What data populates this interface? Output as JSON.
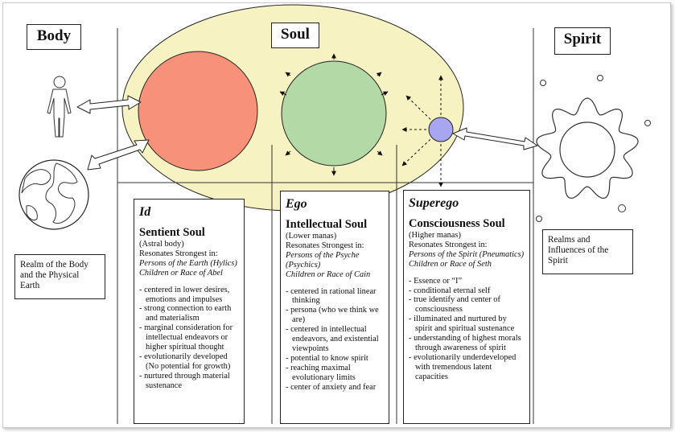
{
  "titles": {
    "body": "Body",
    "soul": "Soul",
    "spirit": "Spirit"
  },
  "realms": {
    "body": "Realm of the Body and the Physical Earth",
    "spirit": "Realms and Influences of the Spirit"
  },
  "columns": [
    {
      "heading": "Id",
      "name": "Sentient Soul",
      "sub": "(Astral body)",
      "resonates": "Resonates Strongest in:",
      "persons": "Persons of the Earth (Hylics)",
      "race": "Children or Race of Abel",
      "items": [
        "centered in lower desires, emotions and impulses",
        "strong connection to earth and materialism",
        "marginal consideration for intellectual endeavors or higher spiritual thought",
        "evolutionarily developed (No potential for growth)",
        "nurtured through material sustenance"
      ]
    },
    {
      "heading": "Ego",
      "name": "Intellectual Soul",
      "sub": "(Lower manas)",
      "resonates": "Resonates Strongest in:",
      "persons": "Persons of the Psyche (Psychics)",
      "race": "Children or Race of Cain",
      "items": [
        "centered in rational linear thinking",
        "persona (who we think we are)",
        "centered in intellectual endeavors, and existential viewpoints",
        "potential to know spirit",
        "reaching maximal evolutionary limits",
        "center of anxiety and fear"
      ]
    },
    {
      "heading": "Superego",
      "name": "Consciousness Soul",
      "sub": "(Higher manas)",
      "resonates": "Resonates Strongest in:",
      "persons": "Persons of the Spirit (Pneumatics)",
      "race": "Children or Race of Seth",
      "items": [
        "Essence or “I”",
        "conditional eternal self",
        "true identify and center of consciousness",
        "illuminated and nurtured by spirit and spiritual sustenance",
        "understanding of highest morals through awareness of spirit",
        "evolutionarily underdeveloped with tremendous latent capacities"
      ]
    }
  ],
  "colors": {
    "soul_ellipse": "#f6f2c2",
    "id_circle": "#f7917a",
    "ego_circle": "#b3d9a6",
    "superego_circle": "#a8a6f0"
  },
  "icons": [
    "human-figure-icon",
    "earth-globe-icon",
    "sun-icon"
  ]
}
